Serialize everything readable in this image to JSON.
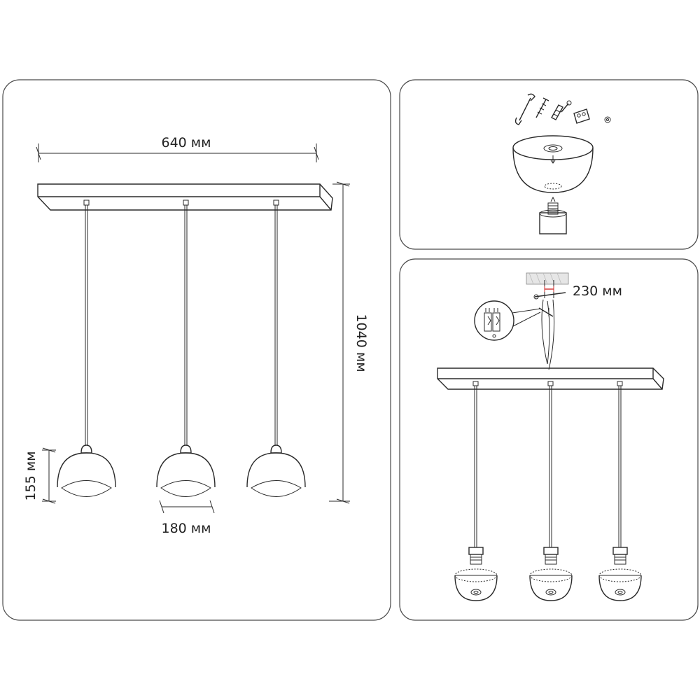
{
  "dimensions": {
    "width": "640 мм",
    "height": "1040 мм",
    "shade_height": "155 мм",
    "shade_diameter": "180 мм",
    "mount_spacing": "230 мм"
  }
}
